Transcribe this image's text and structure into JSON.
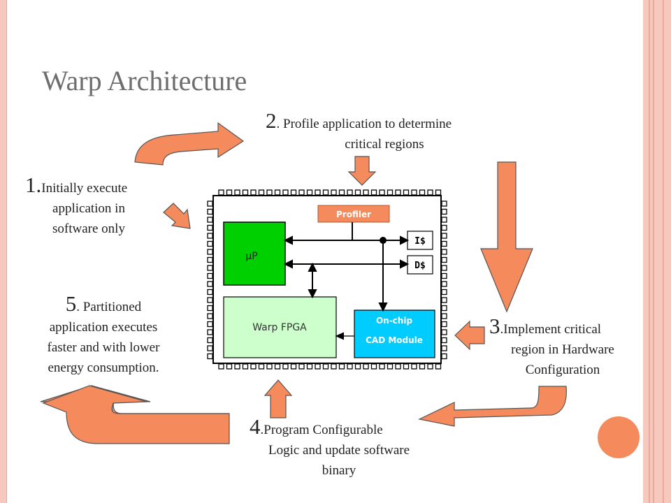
{
  "slide": {
    "title": "Warp Architecture",
    "accent_color": "#f58a5c",
    "frame_color": "#f7c8bd"
  },
  "steps": [
    {
      "num": "1.",
      "text_line1": "Initially execute",
      "text_line2": "application in",
      "text_line3": "software only"
    },
    {
      "num": "2",
      "text_line1": ". Profile application to determine",
      "text_line2": "critical regions"
    },
    {
      "num": "3",
      "text_line1": ".Implement critical",
      "text_line2": "region in Hardware",
      "text_line3": "Configuration"
    },
    {
      "num": "4",
      "text_line1": ".Program Configurable",
      "text_line2": "Logic and update software",
      "text_line3": "binary"
    },
    {
      "num": "5",
      "text_line1": ". Partitioned",
      "text_line2": "application executes",
      "text_line3": "faster and with lower",
      "text_line4": "energy consumption."
    }
  ],
  "chip": {
    "profiler": "Profiler",
    "up": "µP",
    "icache": "I$",
    "dcache": "D$",
    "fpga": "Warp FPGA",
    "cad_line1": "On-chip",
    "cad_line2": "CAD Module",
    "colors": {
      "up": "#00d000",
      "fpga": "#ccffcc",
      "cad": "#00ccff",
      "profiler": "#f58a5c"
    }
  }
}
